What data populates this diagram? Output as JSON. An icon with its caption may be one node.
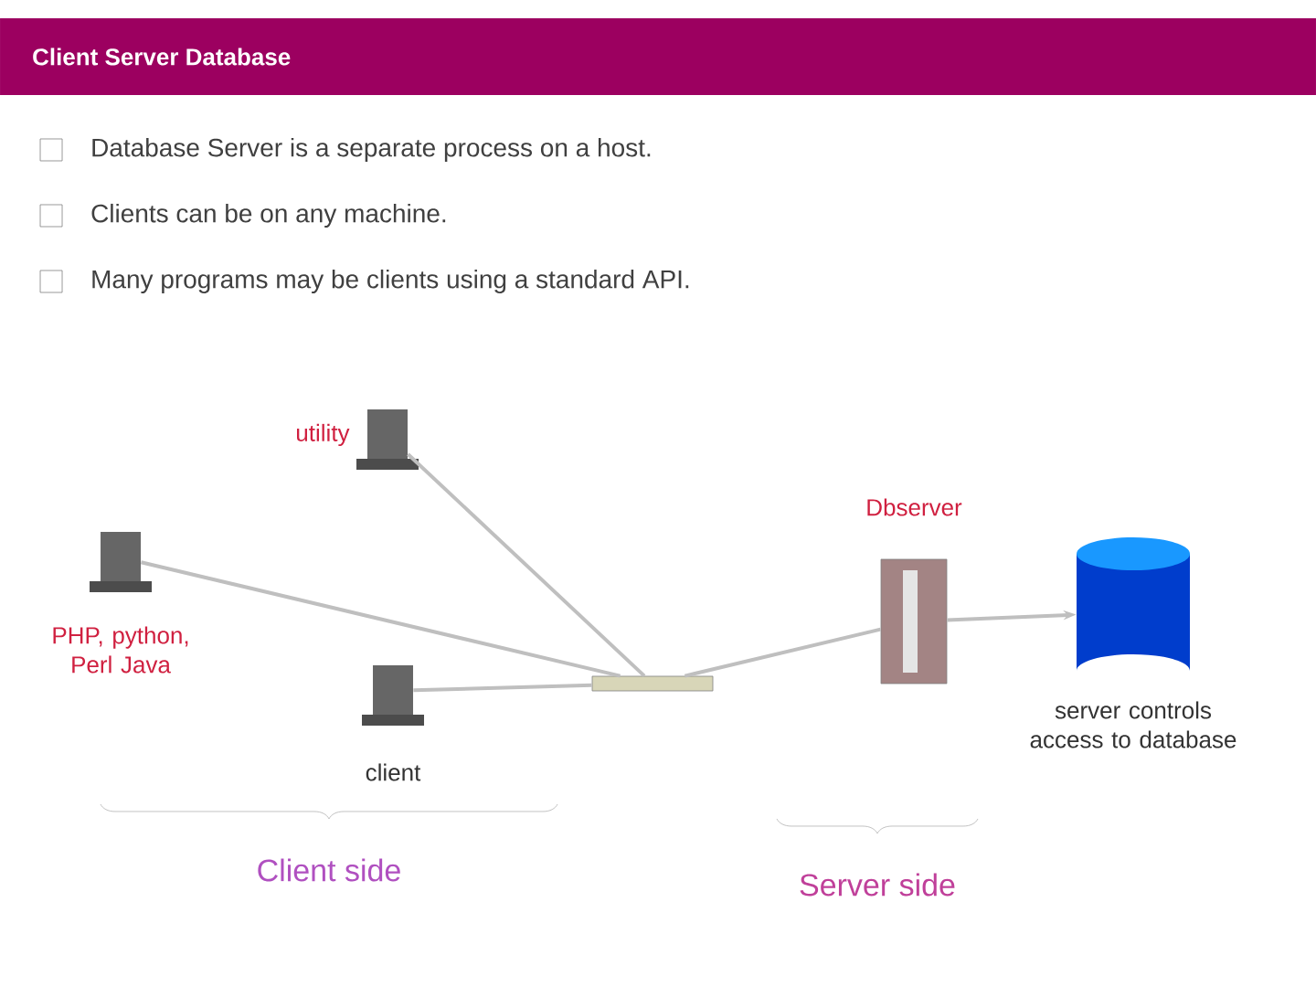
{
  "diagram": {
    "title": "Client Server Database",
    "nodes": [
      {
        "text": [],
        "shape": "computer",
        "beside": [
          "utility"
        ]
      },
      {
        "text": [],
        "shape": "computer",
        "beside": [
          "PHP, python, Perl Java"
        ]
      },
      {
        "text": [],
        "shape": "computer",
        "beside": [
          "client"
        ]
      },
      {
        "text": [],
        "shape": "box"
      },
      {
        "text": [],
        "shape": "server",
        "beside": [
          "Dbserver"
        ]
      },
      {
        "text": [],
        "shape": "cylinder",
        "beside": [
          "server controls access to database"
        ]
      }
    ],
    "edges": [
      {
        "from": 0,
        "to": 3,
        "arrow": "none"
      },
      {
        "from": 1,
        "to": 3,
        "arrow": "none"
      },
      {
        "from": 2,
        "to": 3,
        "arrow": "none"
      },
      {
        "from": 3,
        "to": 4,
        "arrow": "none"
      },
      {
        "from": 4,
        "to": 5,
        "arrow": "to"
      }
    ],
    "labels": [
      "Database Server is a separate process on a host.",
      "Clients can be on any machine.",
      "Many programs may be clients using a standard API.",
      "Client side",
      "Server side"
    ]
  }
}
